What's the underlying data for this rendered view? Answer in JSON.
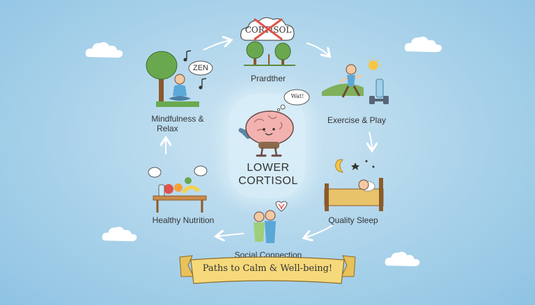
{
  "center": {
    "line1": "LOWER",
    "line2": "CORTISOL",
    "thought": "Wat!"
  },
  "nodes": {
    "top": {
      "label": "Prardther",
      "sign": "CORTISOL"
    },
    "mindfulness": {
      "line1": "Mindfulness &",
      "line2": "Relax",
      "sign": "ZEN"
    },
    "exercise": {
      "label": "Exercise & Play"
    },
    "sleep": {
      "label": "Quality Sleep"
    },
    "nutrition": {
      "label": "Healthy Nutrition"
    },
    "social": {
      "label": "Social Connection"
    }
  },
  "banner": {
    "text": "Paths to Calm & Well-being!"
  },
  "colors": {
    "background": "#a9d2ea",
    "brain": "#f2b3b0",
    "banner": "#f6d97a",
    "text": "#333333",
    "arrow": "#ffffff"
  }
}
